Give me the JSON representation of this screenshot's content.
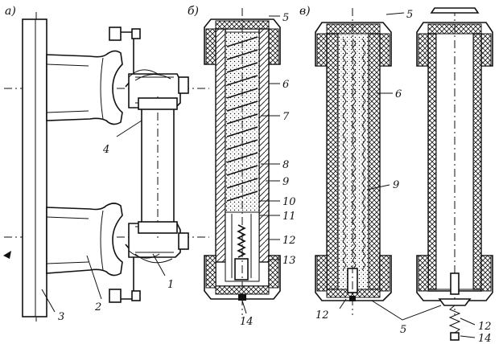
{
  "captions": {
    "a": "а)",
    "b": "б)",
    "v": "в)"
  },
  "labels": {
    "a": [
      "1",
      "2",
      "3",
      "4"
    ],
    "b": [
      "5",
      "6",
      "7",
      "8",
      "9",
      "10",
      "11",
      "12",
      "13",
      "14"
    ],
    "v": [
      "5",
      "6",
      "9",
      "12",
      "5",
      "12",
      "14"
    ]
  },
  "colors": {
    "ink": "#111111",
    "paper": "#ffffff"
  }
}
